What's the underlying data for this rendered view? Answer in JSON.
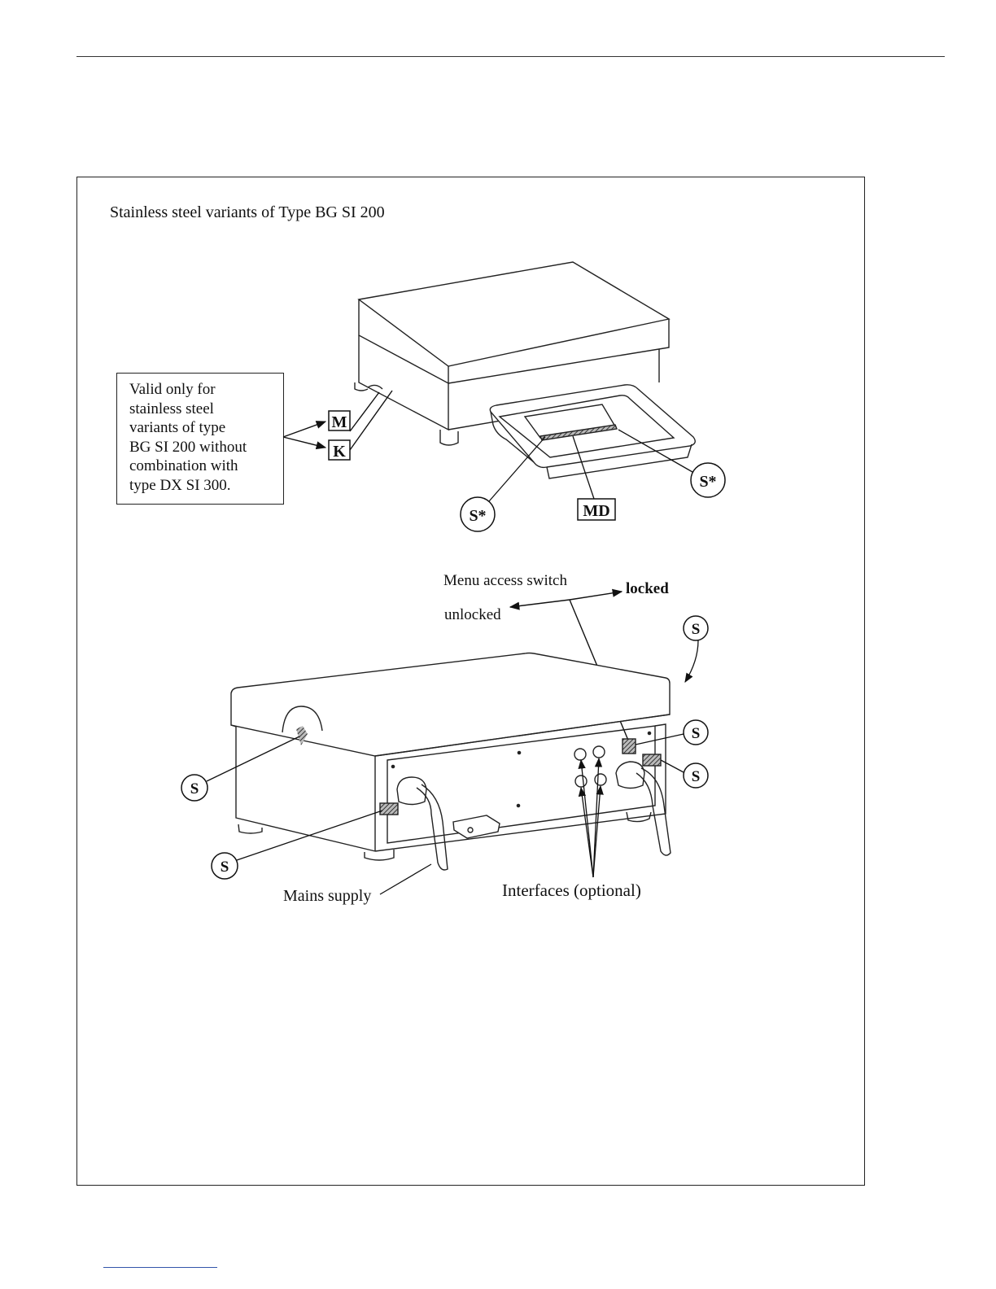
{
  "figure": {
    "caption": "Stainless steel variants of Type BG SI 200",
    "note_lines": [
      "Valid only for",
      "stainless steel",
      "variants of type",
      "BG SI 200 without",
      "combination with",
      "type DX SI 300."
    ],
    "marks": {
      "m": "M",
      "k": "K",
      "md": "MD",
      "s_star": "S*",
      "s": "S"
    },
    "switch": {
      "title": "Menu access switch",
      "locked": "locked",
      "unlocked": "unlocked"
    },
    "labels": {
      "mains": "Mains supply",
      "interfaces": "Interfaces (optional)"
    }
  }
}
